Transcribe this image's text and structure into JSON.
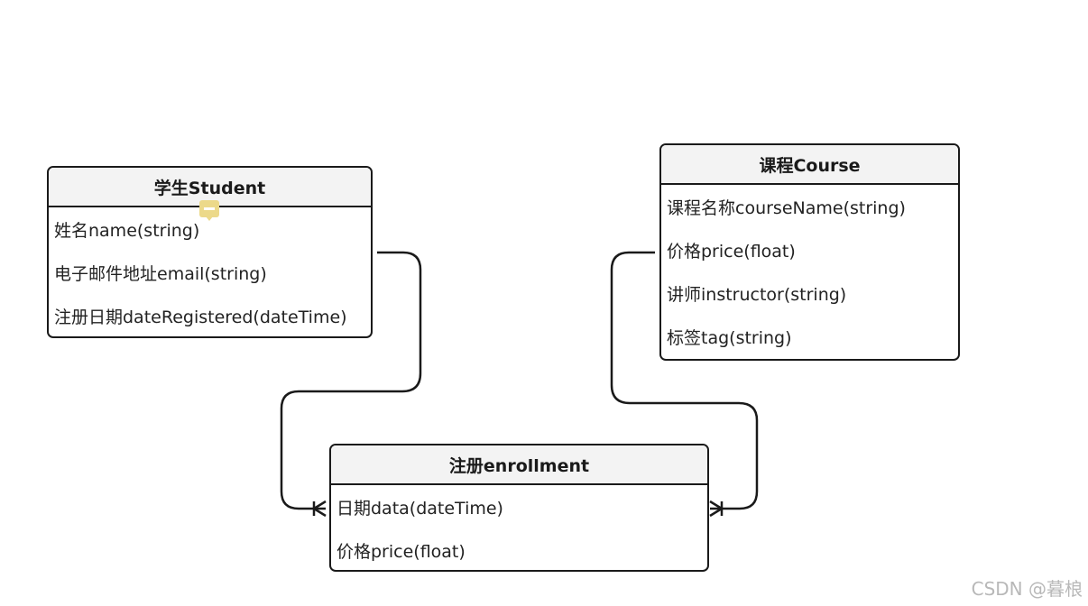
{
  "entities": {
    "student": {
      "title": "学生Student",
      "fields": [
        "姓名name(string)",
        "电子邮件地址email(string)",
        "注册日期dateRegistered(dateTime)"
      ]
    },
    "course": {
      "title": "课程Course",
      "fields": [
        "课程名称courseName(string)",
        "价格price(float)",
        "讲师instructor(string)",
        "标签tag(string)"
      ]
    },
    "enrollment": {
      "title": "注册enrollment",
      "fields": [
        "日期data(dateTime)",
        "价格price(float)"
      ]
    }
  },
  "relationships": [
    {
      "from": "student",
      "to": "enrollment",
      "to_end": "one-or-many"
    },
    {
      "from": "course",
      "to": "enrollment",
      "to_end": "one-or-many"
    }
  ],
  "watermark": "CSDN @暮桹",
  "colors": {
    "line": "#1a1a1a",
    "header_bg": "#f3f3f3",
    "badge": "#ecd98a",
    "watermark": "#b8b8b8"
  }
}
